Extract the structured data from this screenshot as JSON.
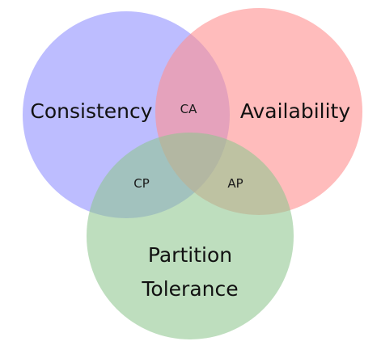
{
  "diagram": {
    "sets": [
      {
        "id": "consistency",
        "label": "Consistency",
        "color": "#9999ff",
        "opacity": 0.65
      },
      {
        "id": "availability",
        "label": "Availability",
        "color": "#ff9090",
        "opacity": 0.6
      },
      {
        "id": "partition",
        "label_lines": [
          "Partition",
          "Tolerance"
        ],
        "color": "#8fc78f",
        "opacity": 0.58
      }
    ],
    "intersections": [
      {
        "id": "ca",
        "label": "CA",
        "sets": [
          "consistency",
          "availability"
        ]
      },
      {
        "id": "cp",
        "label": "CP",
        "sets": [
          "consistency",
          "partition"
        ]
      },
      {
        "id": "ap",
        "label": "AP",
        "sets": [
          "availability",
          "partition"
        ]
      }
    ]
  }
}
